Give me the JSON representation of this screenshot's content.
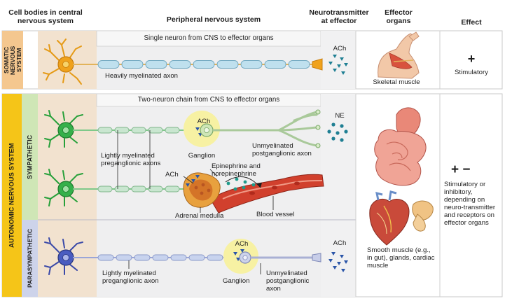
{
  "headers": {
    "cell_bodies": "Cell bodies in central nervous system",
    "peripheral": "Peripheral nervous system",
    "neurotransmitter": "Neurotransmitter at effector",
    "effector_organs": "Effector organs",
    "effect": "Effect"
  },
  "somatic": {
    "side_label": "SOMATIC NERVOUS SYSTEM",
    "banner": "Single neuron from CNS to effector organs",
    "axon_label": "Heavily myelinated axon",
    "neurotransmitter": "ACh",
    "organ": "Skeletal muscle",
    "effect_symbol": "+",
    "effect_text": "Stimulatory"
  },
  "autonomic": {
    "side_label": "AUTONOMIC NERVOUS SYSTEM",
    "banner": "Two-neuron chain from CNS to effector organs",
    "sympathetic": {
      "label": "SYMPATHETIC",
      "ganglion_ach": "ACh",
      "ganglion": "Ganglion",
      "preganglionic": "Lightly myelinated preganglionic axons",
      "postganglionic": "Unmyelinated postganglionic axon",
      "neurotransmitter": "NE",
      "adrenal_ach": "ACh",
      "epinephrine": "Epinephrine and norepinephrine",
      "adrenal_medulla": "Adrenal medulla",
      "blood_vessel": "Blood vessel"
    },
    "parasympathetic": {
      "label": "PARASYMPATHETIC",
      "ganglion_ach": "ACh",
      "preganglionic": "Lightly myelinated preganglionic axon",
      "ganglion": "Ganglion",
      "postganglionic": "Unmyelinated postganglionic axon",
      "neurotransmitter": "ACh"
    },
    "organ": "Smooth muscle (e.g., in gut), glands, cardiac muscle",
    "effect_symbol": "+ −",
    "effect_text": "Stimulatory or inhibitory, depending on neuro-transmitter and receptors on effector organs"
  },
  "colors": {
    "somatic_band": "#f4c78f",
    "autonomic_band": "#f5c518",
    "sympathetic_band": "#cfe6b6",
    "parasympathetic_band": "#cdd3ea",
    "cns_panel": "#f2e2cf",
    "pns_panel": "#efeff0",
    "soma_orange": "#f0a21c",
    "soma_green": "#35b04a",
    "soma_blue": "#4a5cc0",
    "myelin_blue": "#bfe0ee",
    "ganglion_halo": "#f7f1a3",
    "transmitter_teal": "#1f7f93"
  }
}
